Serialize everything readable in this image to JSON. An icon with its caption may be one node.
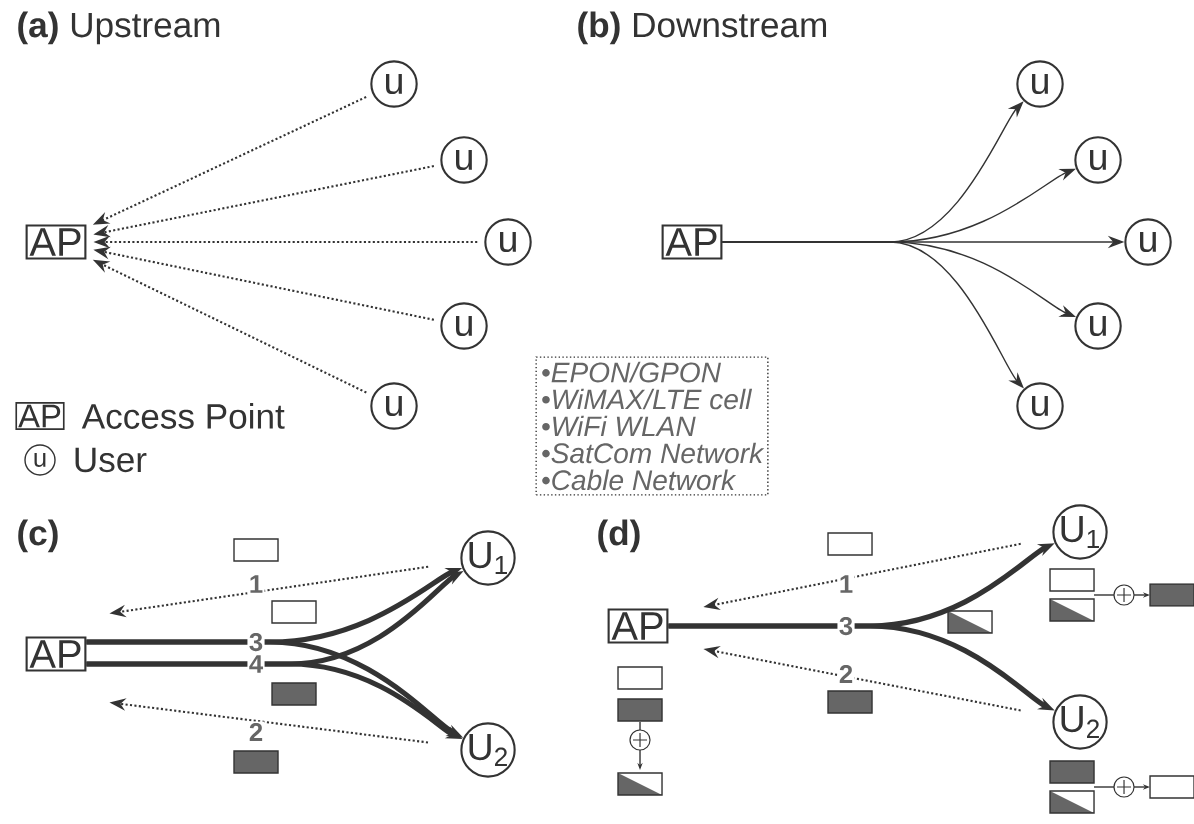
{
  "diagram": {
    "nodes": [
      {
        "text": [
          "AP"
        ]
      },
      {
        "text": [
          "u"
        ]
      },
      {
        "text": [
          "u"
        ]
      },
      {
        "text": [
          "u"
        ]
      },
      {
        "text": [
          "u"
        ]
      },
      {
        "text": [
          "u"
        ]
      },
      {
        "text": [
          "AP"
        ]
      },
      {
        "text": [
          "u"
        ]
      },
      {
        "text": [
          "u"
        ]
      },
      {
        "text": [
          "u"
        ]
      },
      {
        "text": [
          "u"
        ]
      },
      {
        "text": [
          "u"
        ]
      },
      {
        "text": [
          "AP"
        ],
        "beside": [
          "Access Point"
        ]
      },
      {
        "text": [
          "u"
        ],
        "beside": [
          "User"
        ]
      },
      {
        "text": [
          "•EPON/GPON",
          "•WiMAX/LTE cell",
          "•WiFi WLAN",
          "•SatCom Network",
          "•Cable Network"
        ]
      },
      {
        "text": [
          "AP"
        ]
      },
      {
        "text": [
          "U$_{1}$"
        ]
      },
      {
        "text": [
          "U$_{2}$"
        ]
      },
      {
        "text": [
          "AP"
        ]
      },
      {
        "text": [
          "U$_{1}$"
        ]
      },
      {
        "text": [
          "U$_{2}$"
        ]
      }
    ],
    "edges": [
      {
        "from": 1,
        "to": 0,
        "arrow": "to",
        "style": "dashed"
      },
      {
        "from": 2,
        "to": 0,
        "arrow": "to",
        "style": "dashed"
      },
      {
        "from": 3,
        "to": 0,
        "arrow": "to",
        "style": "dashed"
      },
      {
        "from": 4,
        "to": 0,
        "arrow": "to",
        "style": "dashed"
      },
      {
        "from": 5,
        "to": 0,
        "arrow": "to",
        "style": "dashed"
      },
      {
        "from": 6,
        "to": 7,
        "arrow": "to"
      },
      {
        "from": 6,
        "to": 8,
        "arrow": "to"
      },
      {
        "from": 6,
        "to": 9,
        "arrow": "to"
      },
      {
        "from": 6,
        "to": 10,
        "arrow": "to"
      },
      {
        "from": 6,
        "to": 11,
        "arrow": "to"
      },
      {
        "from": 16,
        "to": 15,
        "arrow": "to",
        "style": "dashed",
        "label": "1"
      },
      {
        "from": 15,
        "to": 16,
        "arrow": "to",
        "style": "thick",
        "label": "3"
      },
      {
        "from": 15,
        "to": 17,
        "arrow": "to",
        "style": "thick"
      },
      {
        "from": 15,
        "to": 16,
        "arrow": "to",
        "style": "thick",
        "label": "4"
      },
      {
        "from": 15,
        "to": 17,
        "arrow": "to",
        "style": "thick"
      },
      {
        "from": 17,
        "to": 15,
        "arrow": "to",
        "style": "dashed",
        "label": "2"
      },
      {
        "from": 19,
        "to": 18,
        "arrow": "to",
        "style": "dashed",
        "label": "1"
      },
      {
        "from": 18,
        "to": 19,
        "arrow": "to",
        "style": "thick",
        "label": "3"
      },
      {
        "from": 18,
        "to": 20,
        "arrow": "to",
        "style": "thick"
      },
      {
        "from": 20,
        "to": 18,
        "arrow": "to",
        "style": "dashed",
        "label": "2"
      }
    ],
    "labels": [
      "**(a)** Upstream",
      "**(b)** Downstream",
      "(c)",
      "(d)"
    ]
  }
}
